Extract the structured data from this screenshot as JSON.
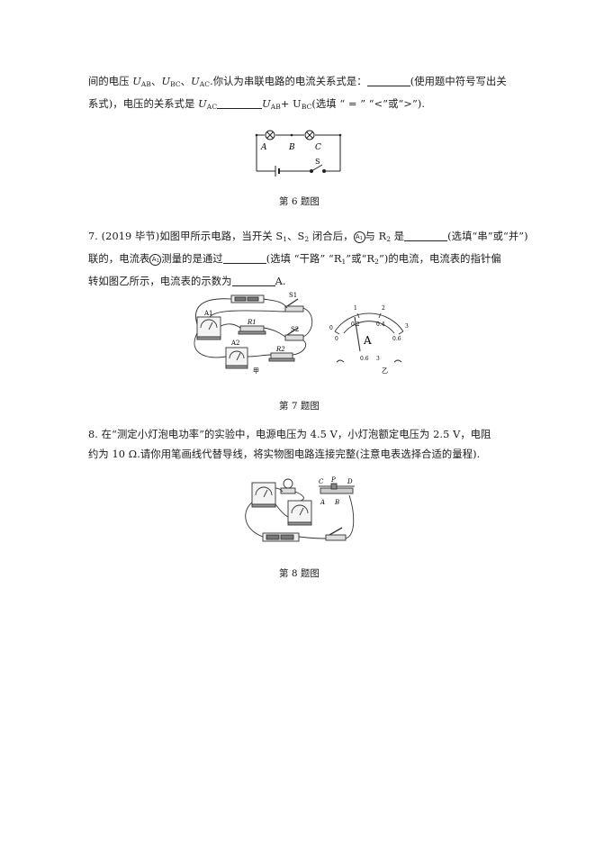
{
  "q6": {
    "line1_a": "间的电压 ",
    "u_ab": "U",
    "u_ab_sub": "AB",
    "sep1": "、",
    "u_bc": "U",
    "u_bc_sub": "BC",
    "sep2": "、",
    "u_ac": "U",
    "u_ac_sub": "AC",
    "line1_b": ".你认为串联电路的电流关系式是：",
    "line1_c": "(使用题中符号写出关",
    "line2_a": "系式)，电压的关系式是 ",
    "line2_b": "U",
    "line2_b_sub": "AB",
    "line2_c": "+ U",
    "line2_c_sub": "BC",
    "line2_d": "(选填 “ = ” “<”或“>”).",
    "fig_labels": {
      "a": "A",
      "b": "B",
      "c": "C",
      "s": "S"
    },
    "caption": "第 6 题图"
  },
  "q7": {
    "line1_a": "7. (2019 毕节)如图甲所示电路，当开关 S",
    "s1_sub": "1",
    "line1_b": "、S",
    "s2_sub": "2",
    "line1_c": " 闭合后，",
    "meter1": "A1",
    "line1_d": "与 R",
    "r2_sub": "2",
    "line1_e": " 是",
    "line1_f": "(选填“串”或“并”)",
    "line2_a": "联的，电流表",
    "meter2": "A1",
    "line2_b": "测量的是通过",
    "line2_c": "(选填 “干路” “R",
    "line2_c_sub": "1",
    "line2_d": "”或“R",
    "line2_d_sub": "2",
    "line2_e": "”)的电流，电流表的指针偏",
    "line3_a": "转如图乙所示，电流表的示数为",
    "line3_b": "A.",
    "fig_labels": {
      "a1": "A1",
      "a2": "A2",
      "r1": "R1",
      "r2": "R2",
      "s1": "S1",
      "s2": "S2",
      "jia": "甲",
      "yi": "乙",
      "ticks_top": [
        "0",
        "1",
        "2",
        "3"
      ],
      "ticks_bot": [
        "0",
        "0.2",
        "0.4",
        "0.6"
      ],
      "unit": "A",
      "terminal_right": "0.6",
      "terminal_far": "3"
    },
    "caption": "第 7 题图"
  },
  "q8": {
    "line1_a": "8. 在“测定小灯泡电功率”的实验中，电源电压为 4.5 V，小灯泡额定电压为 2.5 V，电阻",
    "line2_a": "约为 10 Ω.请你用笔画线代替导线，将实物图电路连接完整(注意电表选择合适的量程).",
    "fig_labels": {
      "c": "C",
      "p": "P",
      "d": "D",
      "a": "A",
      "b": "B"
    },
    "caption": "第 8 题图"
  }
}
